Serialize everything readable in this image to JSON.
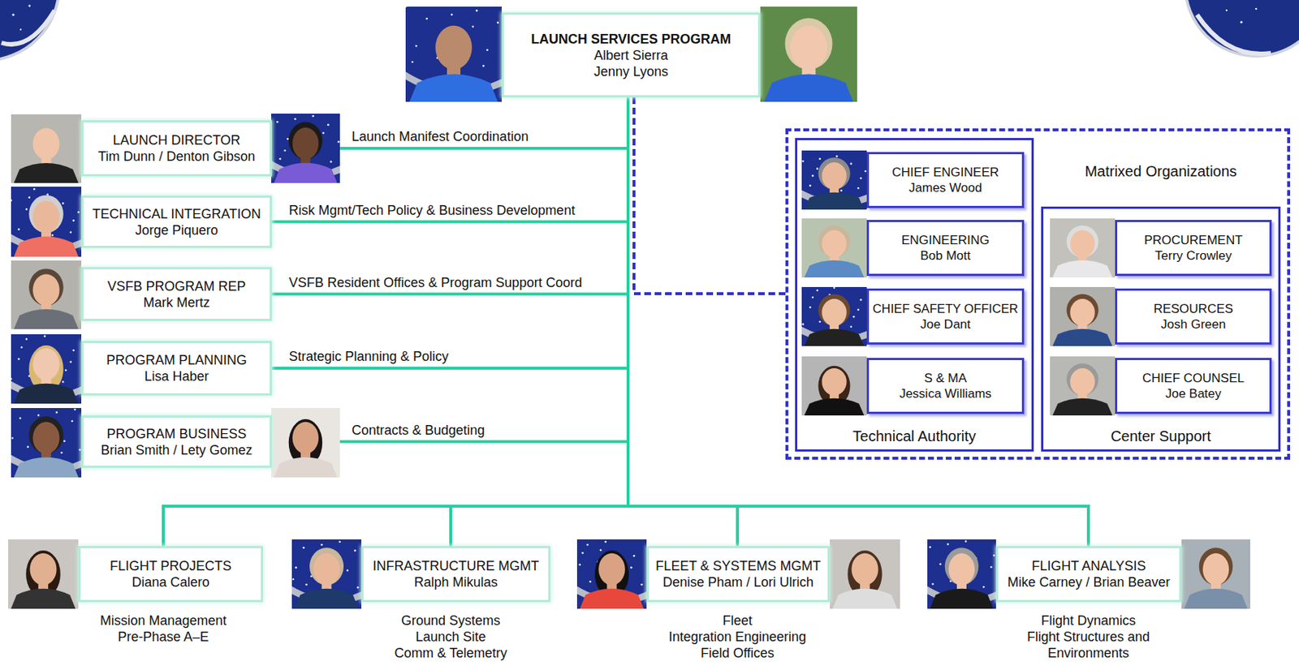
{
  "diagram": {
    "nodes": [
      {
        "text": [
          "LAUNCH SERVICES PROGRAM",
          "Albert Sierra",
          "Jenny Lyons"
        ]
      },
      {
        "text": [
          "LAUNCH DIRECTOR",
          "Tim Dunn / Denton Gibson"
        ]
      },
      {
        "text": [
          "TECHNICAL INTEGRATION",
          "Jorge Piquero"
        ]
      },
      {
        "text": [
          "VSFB PROGRAM REP",
          "Mark Mertz"
        ]
      },
      {
        "text": [
          "PROGRAM PLANNING",
          "Lisa Haber"
        ]
      },
      {
        "text": [
          "PROGRAM BUSINESS",
          "Brian Smith / Lety Gomez"
        ]
      },
      {
        "text": [
          "Matrixed Organizations"
        ]
      },
      {
        "text": [
          "Technical Authority"
        ],
        "in": 6
      },
      {
        "text": [
          "CHIEF ENGINEER",
          "James Wood"
        ],
        "in": 7
      },
      {
        "text": [
          "ENGINEERING",
          "Bob Mott"
        ],
        "in": 7
      },
      {
        "text": [
          "CHIEF SAFETY OFFICER",
          "Joe Dant"
        ],
        "in": 7
      },
      {
        "text": [
          "S & MA",
          "Jessica Williams"
        ],
        "in": 7
      },
      {
        "text": [
          "Center Support"
        ],
        "in": 6
      },
      {
        "text": [
          "PROCUREMENT",
          "Terry Crowley"
        ],
        "in": 12
      },
      {
        "text": [
          "RESOURCES",
          "Josh Green"
        ],
        "in": 12
      },
      {
        "text": [
          "CHIEF COUNSEL",
          "Joe Batey"
        ],
        "in": 12
      },
      {
        "text": [
          "FLIGHT PROJECTS",
          "Diana Calero"
        ]
      },
      {
        "text": [
          "INFRASTRUCTURE MGMT",
          "Ralph Mikulas"
        ]
      },
      {
        "text": [
          "FLEET & SYSTEMS MGMT",
          "Denise Pham / Lori Ulrich"
        ]
      },
      {
        "text": [
          "FLIGHT ANALYSIS",
          "Mike Carney / Brian Beaver"
        ]
      }
    ],
    "edges": [
      {
        "from": 0,
        "to": 1,
        "label": "Launch Manifest Coordination",
        "arrow": "none"
      },
      {
        "from": 0,
        "to": 2,
        "label": "Risk Mgmt/Tech Policy & Business Development",
        "arrow": "none"
      },
      {
        "from": 0,
        "to": 3,
        "label": "VSFB Resident Offices & Program Support Coord",
        "arrow": "none"
      },
      {
        "from": 0,
        "to": 4,
        "label": "Strategic Planning & Policy",
        "arrow": "none"
      },
      {
        "from": 0,
        "to": 5,
        "label": "Contracts & Budgeting",
        "arrow": "none"
      },
      {
        "from": 0,
        "to": 6,
        "arrow": "none"
      },
      {
        "from": 0,
        "to": 16,
        "arrow": "none"
      },
      {
        "from": 0,
        "to": 17,
        "arrow": "none"
      },
      {
        "from": 0,
        "to": 18,
        "arrow": "none"
      },
      {
        "from": 0,
        "to": 19,
        "arrow": "none"
      }
    ],
    "labels": [
      "Mission Management",
      "Pre-Phase A–E",
      "Ground Systems",
      "Launch Site",
      "Comm & Telemetry",
      "Fleet",
      "Integration Engineering",
      "Field Offices",
      "Flight Dynamics",
      "Flight Structures and Environments"
    ]
  }
}
